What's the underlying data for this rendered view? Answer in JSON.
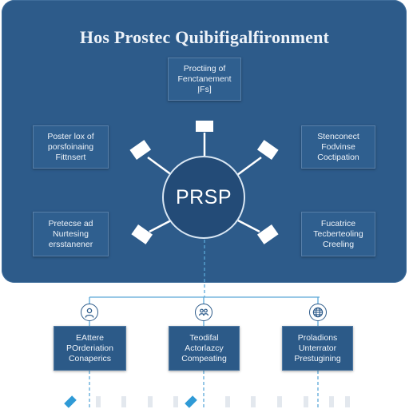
{
  "title": "Hos Prostec Quibifigalfironment",
  "hub_label": "PRSP",
  "nodes": {
    "top": [
      "Proctiing of",
      "Fenctanement",
      "ĮFs]"
    ],
    "left_upper": [
      "Poster lox of",
      "porsfoinaing",
      "Fittnsert"
    ],
    "right_upper": [
      "Stenconect",
      "Fodvinse",
      "Coctipation"
    ],
    "left_lower": [
      "Pretecse ad",
      "Nurtesing",
      "ersstanener"
    ],
    "right_lower": [
      "Fucatrice",
      "Tecberteoling",
      "Creeling"
    ]
  },
  "bottom_nodes": [
    {
      "icon": "person-icon",
      "lines": [
        "EAttere",
        "POrderiation",
        "Conaperics"
      ]
    },
    {
      "icon": "people-icon",
      "lines": [
        "Teodifal",
        "Actorlazcy",
        "Compeating"
      ]
    },
    {
      "icon": "globe-icon",
      "lines": [
        "Proladions",
        "Unterrator",
        "Prestugining"
      ]
    }
  ],
  "colors": {
    "panel": "#2d5b8a",
    "hub": "#234b77",
    "connector": "#ffffff",
    "dashed": "#5aa8d8",
    "accent_marker": "#2f9ad6"
  }
}
